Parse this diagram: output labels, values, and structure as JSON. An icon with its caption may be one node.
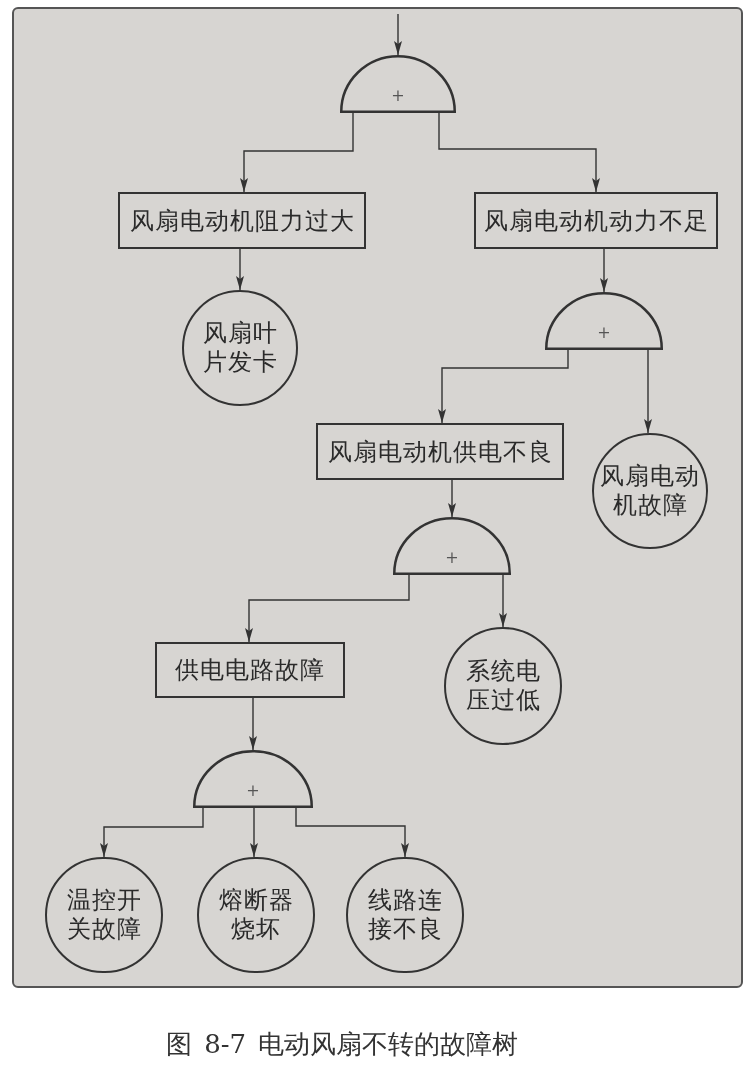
{
  "diagram": {
    "caption": "图 8-7 电动风扇不转的故障树",
    "nodes": [
      {
        "text": [
          "+"
        ]
      },
      {
        "text": [
          "风扇电动机阻力过大"
        ]
      },
      {
        "text": [
          "风扇电动机动力不足"
        ]
      },
      {
        "text": [
          "风扇叶片发卡"
        ]
      },
      {
        "text": [
          "+"
        ]
      },
      {
        "text": [
          "风扇电动机供电不良"
        ]
      },
      {
        "text": [
          "风扇电动机故障"
        ]
      },
      {
        "text": [
          "+"
        ]
      },
      {
        "text": [
          "供电电路故障"
        ]
      },
      {
        "text": [
          "系统电压过低"
        ]
      },
      {
        "text": [
          "+"
        ]
      },
      {
        "text": [
          "温控开关故障"
        ]
      },
      {
        "text": [
          "熔断器烧坏"
        ]
      },
      {
        "text": [
          "线路连接不良"
        ]
      }
    ],
    "edges": [
      {
        "from": null,
        "to": 0,
        "arrow": "to"
      },
      {
        "from": 0,
        "to": 1,
        "arrow": "to"
      },
      {
        "from": 0,
        "to": 2,
        "arrow": "to"
      },
      {
        "from": 1,
        "to": 3,
        "arrow": "to"
      },
      {
        "from": 2,
        "to": 4,
        "arrow": "to"
      },
      {
        "from": 4,
        "to": 5,
        "arrow": "to"
      },
      {
        "from": 4,
        "to": 6,
        "arrow": "to"
      },
      {
        "from": 5,
        "to": 7,
        "arrow": "to"
      },
      {
        "from": 7,
        "to": 8,
        "arrow": "to"
      },
      {
        "from": 7,
        "to": 9,
        "arrow": "to"
      },
      {
        "from": 8,
        "to": 10,
        "arrow": "to"
      },
      {
        "from": 10,
        "to": 11,
        "arrow": "to"
      },
      {
        "from": 10,
        "to": 12,
        "arrow": "to"
      },
      {
        "from": 10,
        "to": 13,
        "arrow": "to"
      }
    ]
  }
}
